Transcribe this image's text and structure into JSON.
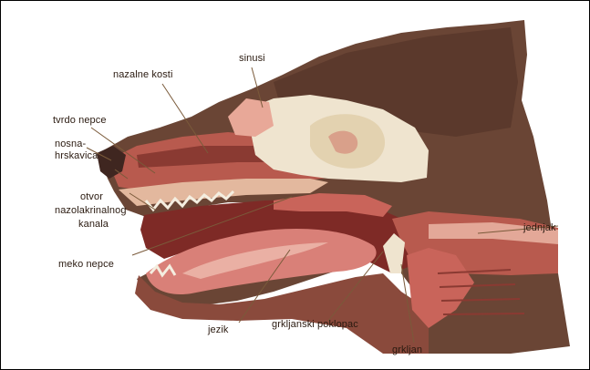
{
  "labels": {
    "sinusi": "sinusi",
    "nazalne_kosti": "nazalne kosti",
    "tvrdo_nepce": "tvrdo nepce",
    "nosna": "nosna-",
    "hrskavica": "hrskavica",
    "otvor": "otvor",
    "nazolakrinalnog": "nazolakrinalnog",
    "kanala": "kanala",
    "meko_nepce": "meko nepce",
    "jednjak": "jednjak",
    "jezik": "jezik",
    "grkljanski_poklopac": "grkljanski poklopac",
    "grkljan": "grkljan"
  },
  "colors": {
    "fur_dark": "#5a3a2c",
    "fur_mid": "#7a5545",
    "flesh": "#c9645a",
    "flesh_light": "#e8a898",
    "bone": "#efe4cf",
    "leader_line": "#7a5a3a"
  }
}
